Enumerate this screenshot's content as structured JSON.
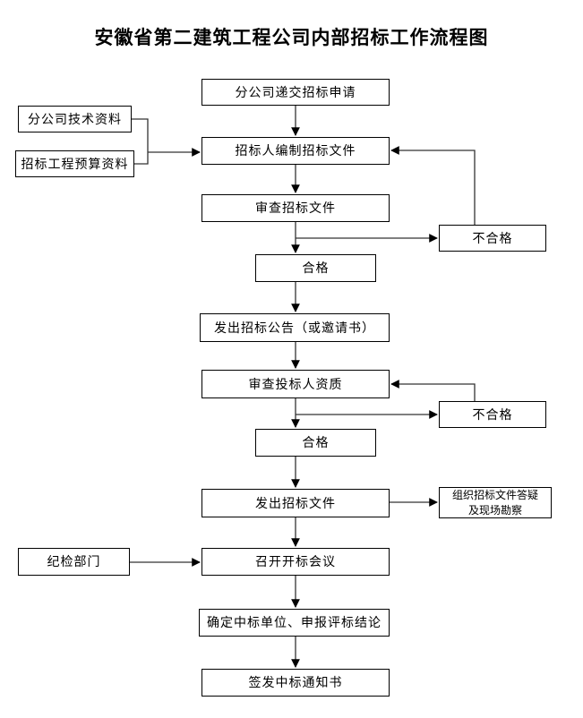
{
  "title": "安徽省第二建筑工程公司内部招标工作流程图",
  "flow": {
    "type": "flowchart",
    "nodes": {
      "submit_application": {
        "label": "分公司递交招标申请"
      },
      "tech_data": {
        "label": "分公司技术资料"
      },
      "budget_data": {
        "label": "招标工程预算资料"
      },
      "prepare_documents": {
        "label": "招标人编制招标文件"
      },
      "review_documents": {
        "label": "审查招标文件"
      },
      "fail_1": {
        "label": "不合格"
      },
      "pass_1": {
        "label": "合格"
      },
      "announcement": {
        "label": "发出招标公告（或邀请书）"
      },
      "review_bidders": {
        "label": "审查投标人资质"
      },
      "fail_2": {
        "label": "不合格"
      },
      "pass_2": {
        "label": "合格"
      },
      "issue_documents": {
        "label": "发出招标文件"
      },
      "qa_survey": {
        "label_line1": "组织招标文件答疑",
        "label_line2": "及现场勘察"
      },
      "discipline_dept": {
        "label": "纪检部门"
      },
      "bid_opening": {
        "label": "召开开标会议"
      },
      "confirm_winner": {
        "label": "确定中标单位、申报评标结论"
      },
      "notify_winner": {
        "label": "签发中标通知书"
      }
    },
    "edges": [
      {
        "from": "submit_application",
        "to": "prepare_documents"
      },
      {
        "from": "tech_data",
        "to": "prepare_documents"
      },
      {
        "from": "budget_data",
        "to": "prepare_documents"
      },
      {
        "from": "fail_1",
        "to": "prepare_documents"
      },
      {
        "from": "prepare_documents",
        "to": "review_documents"
      },
      {
        "from": "review_documents",
        "to": "fail_1"
      },
      {
        "from": "review_documents",
        "to": "pass_1"
      },
      {
        "from": "pass_1",
        "to": "announcement"
      },
      {
        "from": "announcement",
        "to": "review_bidders"
      },
      {
        "from": "review_bidders",
        "to": "fail_2"
      },
      {
        "from": "fail_2",
        "to": "review_bidders"
      },
      {
        "from": "review_bidders",
        "to": "pass_2"
      },
      {
        "from": "pass_2",
        "to": "issue_documents"
      },
      {
        "from": "issue_documents",
        "to": "qa_survey"
      },
      {
        "from": "issue_documents",
        "to": "bid_opening"
      },
      {
        "from": "discipline_dept",
        "to": "bid_opening"
      },
      {
        "from": "bid_opening",
        "to": "confirm_winner"
      },
      {
        "from": "confirm_winner",
        "to": "notify_winner"
      }
    ]
  },
  "colors": {
    "background": "#ffffff",
    "box_fill": "#ffffff",
    "box_border": "#000000",
    "line": "#333333",
    "text": "#000000"
  }
}
